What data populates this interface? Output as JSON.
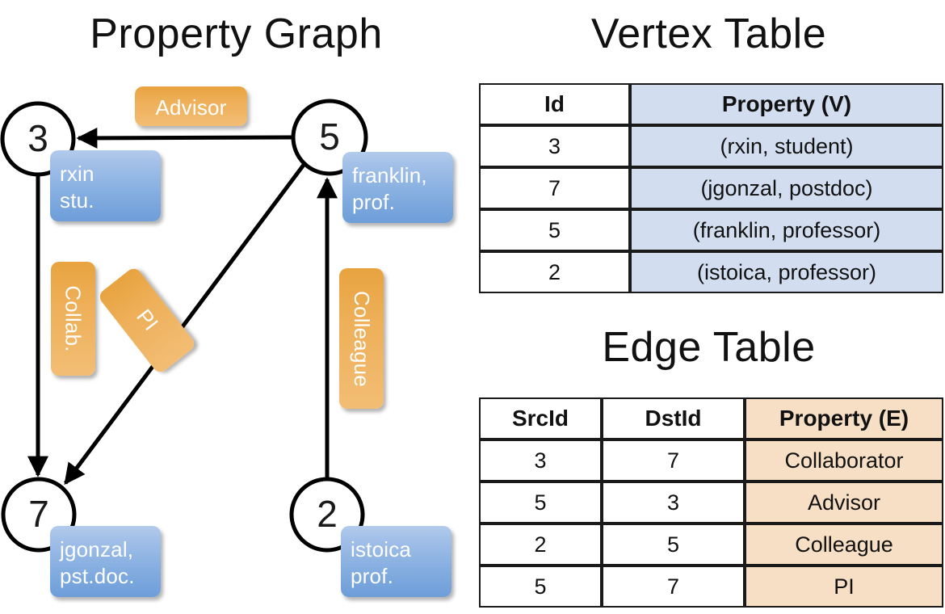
{
  "titles": {
    "property_graph": "Property Graph",
    "vertex_table": "Vertex Table",
    "edge_table": "Edge Table"
  },
  "graph": {
    "nodes": [
      {
        "id": "3",
        "property_line1": "rxin",
        "property_line2": "stu."
      },
      {
        "id": "5",
        "property_line1": "franklin,",
        "property_line2": "prof."
      },
      {
        "id": "7",
        "property_line1": "jgonzal,",
        "property_line2": "pst.doc."
      },
      {
        "id": "2",
        "property_line1": "istoica",
        "property_line2": "prof."
      }
    ],
    "edge_labels": {
      "advisor": "Advisor",
      "collab": "Collab.",
      "pi": "PI",
      "colleague": "Colleague"
    },
    "edges": [
      {
        "src": "5",
        "dst": "3",
        "label": "Advisor"
      },
      {
        "src": "3",
        "dst": "7",
        "label": "Collab."
      },
      {
        "src": "5",
        "dst": "7",
        "label": "PI"
      },
      {
        "src": "2",
        "dst": "5",
        "label": "Colleague"
      }
    ]
  },
  "vertex_table": {
    "headers": [
      "Id",
      "Property (V)"
    ],
    "rows": [
      {
        "id": "3",
        "property": "(rxin, student)"
      },
      {
        "id": "7",
        "property": "(jgonzal, postdoc)"
      },
      {
        "id": "5",
        "property": "(franklin, professor)"
      },
      {
        "id": "2",
        "property": "(istoica, professor)"
      }
    ]
  },
  "edge_table": {
    "headers": [
      "SrcId",
      "DstId",
      "Property (E)"
    ],
    "rows": [
      {
        "src": "3",
        "dst": "7",
        "property": "Collaborator"
      },
      {
        "src": "5",
        "dst": "3",
        "property": "Advisor"
      },
      {
        "src": "2",
        "dst": "5",
        "property": "Colleague"
      },
      {
        "src": "5",
        "dst": "7",
        "property": "PI"
      }
    ]
  },
  "colors": {
    "vertex_property_cell": "#d2def0",
    "edge_property_cell": "#f7dfc5",
    "node_box_blue": "#7da9de",
    "edge_label_orange": "#eeb05a",
    "line": "#000000"
  }
}
